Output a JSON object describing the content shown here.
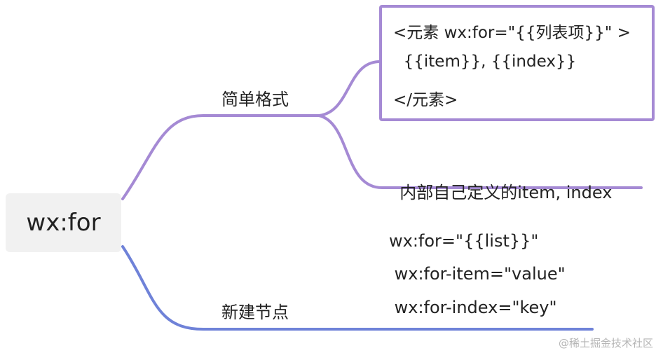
{
  "root": {
    "label": "wx:for"
  },
  "branches": [
    {
      "label": "简单格式",
      "code_lines": [
        "<元素 wx:for=\"{{列表项}}\" >",
        "  {{item}}, {{index}}",
        "</元素>"
      ],
      "note": "内部自己定义的item, index"
    },
    {
      "label": "新建节点",
      "attrs": [
        "wx:for=\"{{list}}\"",
        " wx:for-item=\"value\"",
        " wx:for-index=\"key\""
      ]
    }
  ],
  "watermark": "@稀土掘金技术社区",
  "colors": {
    "upper_branch": "#a58ad4",
    "lower_branch": "#6f82d8"
  }
}
